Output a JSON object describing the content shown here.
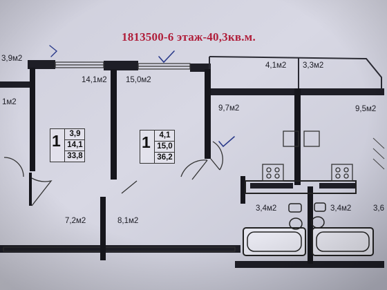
{
  "plan": {
    "title": "1813500-6 этаж-40,3кв.м.",
    "areas": {
      "a_left_top": "3,9м2",
      "a_left_mid": "1м2",
      "a_room1_top": "14,1м2",
      "a_room2_top": "15,0м2",
      "a_loggia1": "4,1м2",
      "a_loggia2": "3,3м2",
      "a_kitchen1": "9,7м2",
      "a_kitchen2": "9,5м2",
      "a_hall1": "7,2м2",
      "a_hall2": "8,1м2",
      "a_bath1": "3,4м2",
      "a_bath2": "3,4м2",
      "a_right_edge": "3,6"
    },
    "flat_left": {
      "rooms": "1",
      "v1": "3,9",
      "v2": "14,1",
      "v3": "33,8"
    },
    "flat_right": {
      "rooms": "1",
      "v1": "4,1",
      "v2": "15,0",
      "v3": "36,2"
    }
  }
}
